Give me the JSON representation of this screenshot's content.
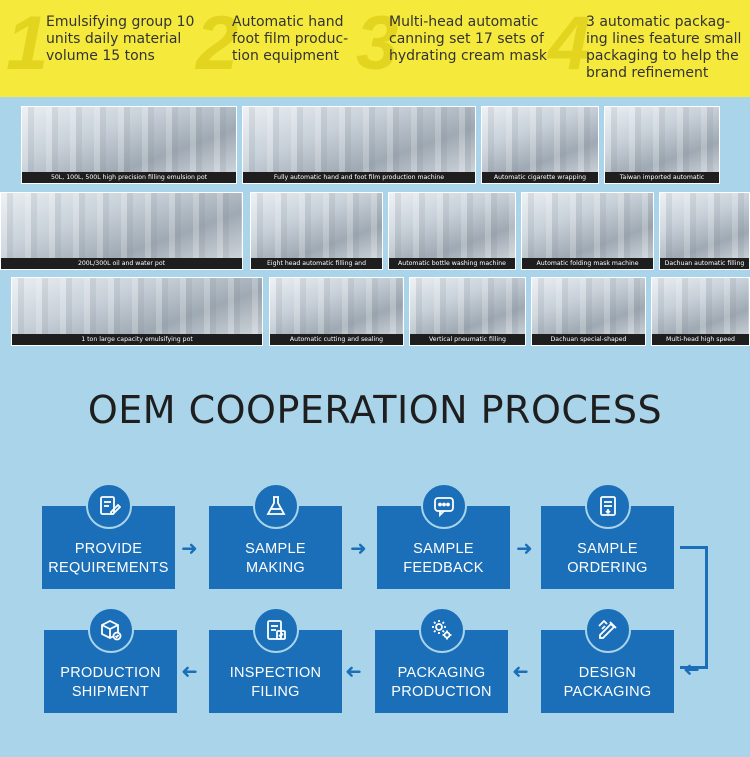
{
  "features": [
    {
      "num": "1",
      "text": "Emulsifying group 10 units daily material volume 15 tons"
    },
    {
      "num": "2",
      "text": "Automatic hand foot film produc-tion equipment"
    },
    {
      "num": "3",
      "text": "Multi-head automatic canning set 17 sets of hydrating cream mask"
    },
    {
      "num": "4",
      "text": "3 automatic packag-ing lines feature small packaging to help the brand refinement"
    }
  ],
  "photos": [
    "50L, 100L, 500L high precision filling emulsion pot",
    "Fully automatic hand and foot film production machine",
    "Automatic cigarette wrapping",
    "Taiwan imported automatic",
    "200L/300L oil and water pot",
    "Eight head automatic filling and",
    "Automatic bottle washing machine",
    "Automatic folding mask machine",
    "Dachuan automatic filling",
    "1 ton large capacity emulsifying pot",
    "Automatic cutting and sealing",
    "Vertical pneumatic filling",
    "Dachuan special-shaped",
    "Multi-head high speed"
  ],
  "process": {
    "title": "OEM COOPERATION PROCESS",
    "steps": [
      {
        "label": "PROVIDE\nREQUIREMENTS",
        "icon": "edit-document-icon"
      },
      {
        "label": "SAMPLE\nMAKING",
        "icon": "flask-icon"
      },
      {
        "label": "SAMPLE\nFEEDBACK",
        "icon": "chat-bubble-icon"
      },
      {
        "label": "SAMPLE\nORDERING",
        "icon": "order-document-icon"
      },
      {
        "label": "DESIGN\nPACKAGING",
        "icon": "design-tools-icon"
      },
      {
        "label": "PACKAGING\nPRODUCTION",
        "icon": "gears-icon"
      },
      {
        "label": "INSPECTION\nFILING",
        "icon": "checklist-icon"
      },
      {
        "label": "PRODUCTION\nSHIPMENT",
        "icon": "package-box-icon"
      }
    ]
  },
  "colors": {
    "banner": "#f5ea3c",
    "background": "#a9d4ea",
    "accent": "#1a6fb8"
  }
}
